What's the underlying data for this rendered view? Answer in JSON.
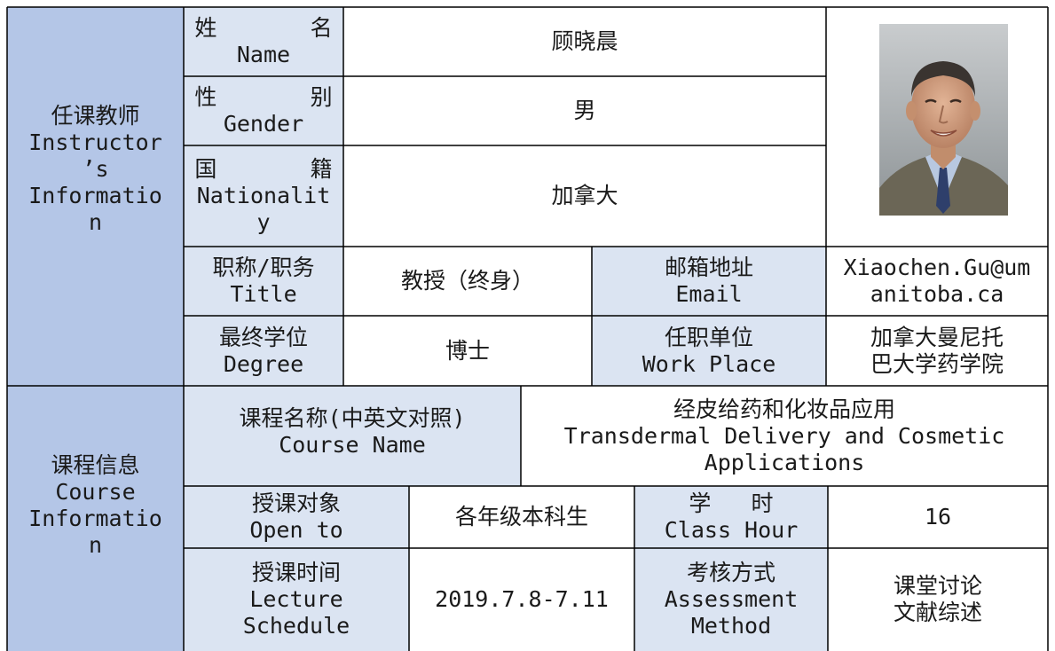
{
  "instructor": {
    "section_label": [
      "任课教师",
      "Instructor",
      "’s",
      "Informatio",
      "n"
    ],
    "name_label": [
      "姓       名",
      "Name"
    ],
    "name_value": "顾晓晨",
    "gender_label": [
      "性       别",
      "Gender"
    ],
    "gender_value": "男",
    "nationality_label": [
      "国       籍",
      "Nationalit",
      "y"
    ],
    "nationality_value": "加拿大",
    "title_label": [
      "职称/职务",
      "Title"
    ],
    "title_value": "教授（终身）",
    "email_label": [
      "邮箱地址",
      "Email"
    ],
    "email_value": [
      "Xiaochen.Gu@um",
      "anitoba.ca"
    ],
    "degree_label": [
      "最终学位",
      "Degree"
    ],
    "degree_value": "博士",
    "workplace_label": [
      "任职单位",
      "Work Place"
    ],
    "workplace_value": [
      "加拿大曼尼托",
      "巴大学药学院"
    ]
  },
  "course": {
    "section_label": [
      "课程信息",
      "Course",
      "Informatio",
      "n"
    ],
    "course_name_label": [
      "课程名称(中英文对照)",
      "Course Name"
    ],
    "course_name_value": [
      "经皮给药和化妆品应用",
      "Transdermal Delivery and Cosmetic",
      "Applications"
    ],
    "open_to_label": [
      "授课对象",
      "Open to"
    ],
    "open_to_value": "各年级本科生",
    "class_hour_label": [
      "学   时",
      "Class Hour"
    ],
    "class_hour_value": "16",
    "schedule_label": [
      "授课时间",
      "Lecture",
      "Schedule"
    ],
    "schedule_value": "2019.7.8-7.11",
    "assessment_label": [
      "考核方式",
      "Assessment",
      "Method"
    ],
    "assessment_value": [
      "课堂讨论",
      "文献综述"
    ]
  },
  "colors": {
    "label_bg": "#dbe4f2",
    "section_bg": "#b4c6e7",
    "value_bg": "#ffffff",
    "border": "#000000"
  }
}
